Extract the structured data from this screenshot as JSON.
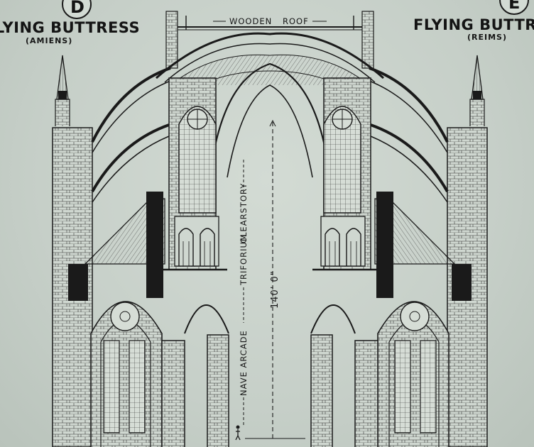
{
  "labels": {
    "left_heading": "FLYING BUTTRESS",
    "left_subheading": "(AMIENS)",
    "left_letter": "D",
    "right_heading": "FLYING BUTTRESS",
    "right_subheading": "(REIMS)",
    "right_letter": "E",
    "roof_left": "WOODEN",
    "roof_right": "ROOF",
    "clearstory": "CLEARSTORY",
    "triforium": "TRIFORIUM",
    "nave_arcade": "NAVE ARCADE",
    "height": "140' 0\""
  },
  "colors": {
    "ink": "#1a1a1a",
    "paper": "#c9d2cb"
  }
}
